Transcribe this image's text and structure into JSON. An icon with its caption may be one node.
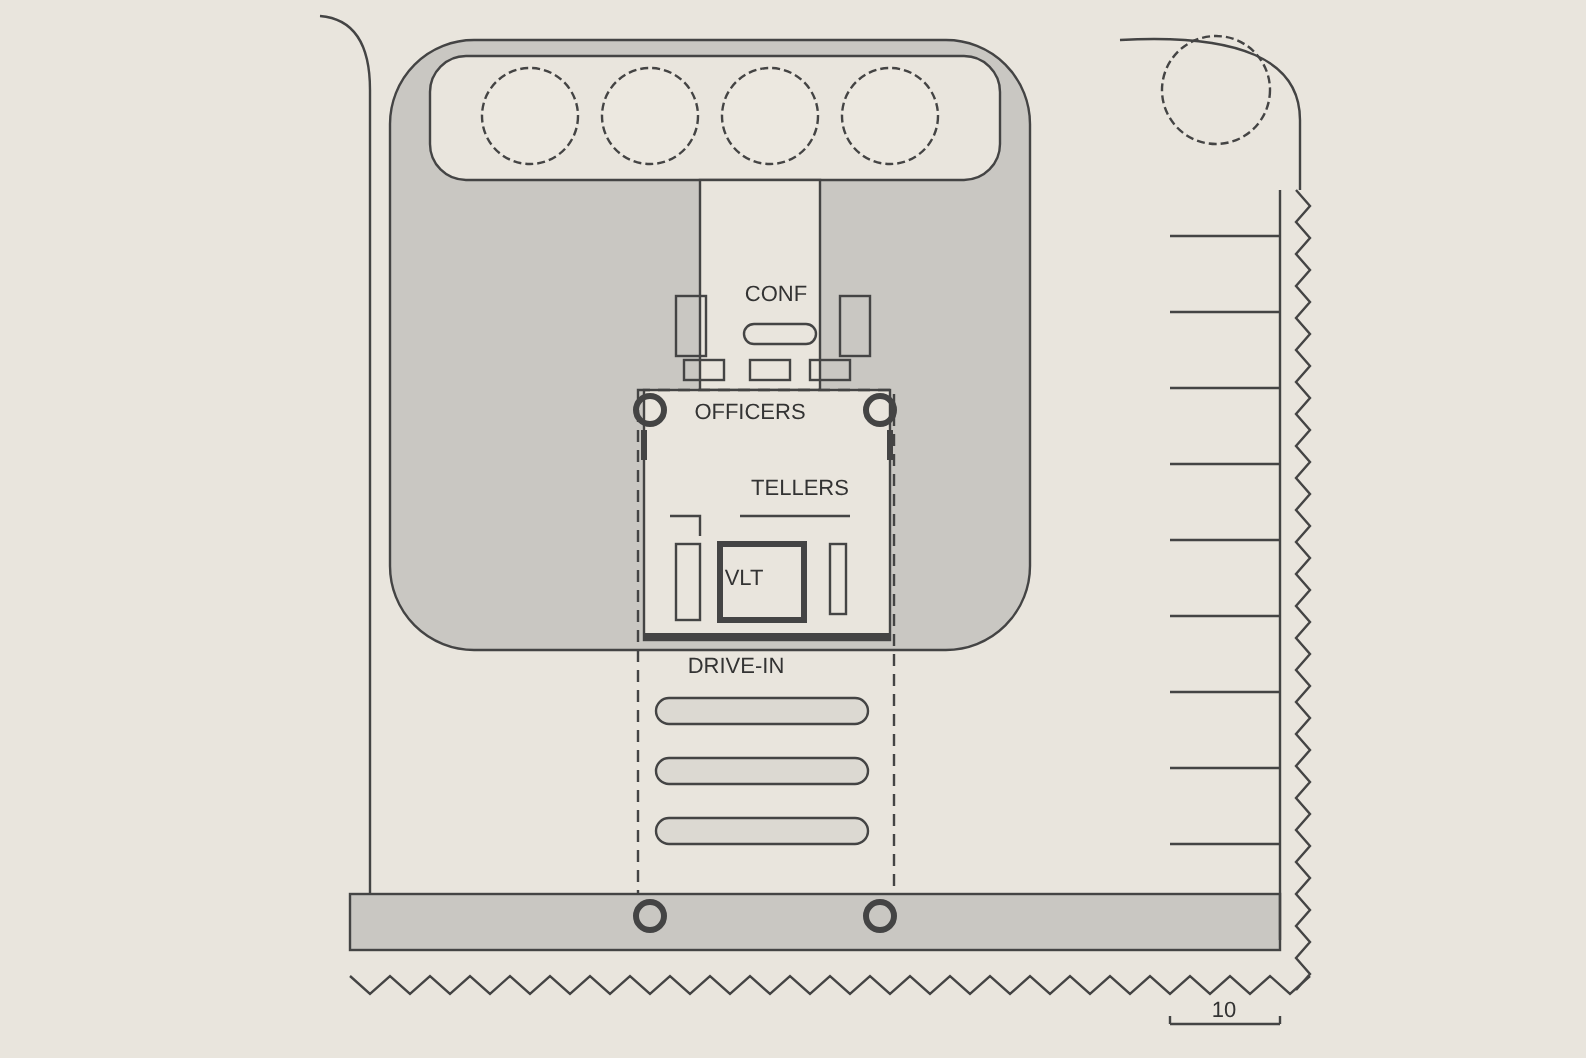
{
  "diagram": {
    "labels": [
      "CONF",
      "OFFICERS",
      "TELLERS",
      "VLT",
      "DRIVE-IN",
      "10"
    ]
  }
}
